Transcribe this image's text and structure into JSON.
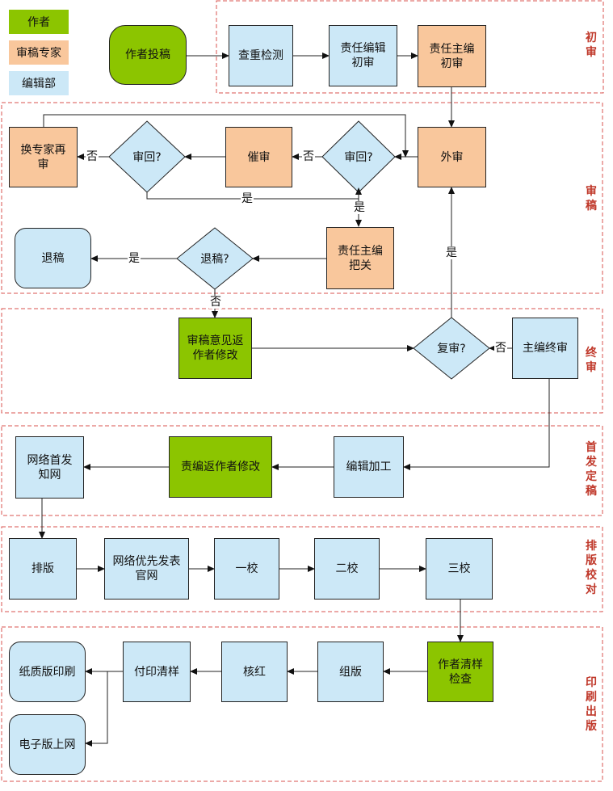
{
  "legend": {
    "author": "作者",
    "expert": "审稿专家",
    "editorial": "编辑部",
    "colors": {
      "author": "#8cc500",
      "expert": "#f9c79c",
      "editorial": "#cce8f7"
    }
  },
  "stages": {
    "initial": "初审",
    "review": "审稿",
    "final": "终审",
    "first_publish": "首发定稿",
    "typeset": "排版校对",
    "print": "印刷出版"
  },
  "nodes": {
    "submit": "作者投稿",
    "plagiarism": "查重检测",
    "editor_initial": "责任编辑\n初审",
    "chief_initial": "责任主编\n初审",
    "external": "外审",
    "urge": "催审",
    "expert_again": "换专家再\n审",
    "chief_check": "责任主编\n把关",
    "reject": "退稿",
    "return_author": "审稿意见返\n作者修改",
    "chief_final": "主编终审",
    "edit_process": "编辑加工",
    "editor_return": "责编返作者修改",
    "online_first": "网络首发\n知网",
    "typesetting": "排版",
    "online_priority": "网络优先发表\n官网",
    "proof1": "一校",
    "proof2": "二校",
    "proof3": "三校",
    "author_check": "作者清样\n检查",
    "layout": "组版",
    "verify": "核红",
    "print_proof": "付印清样",
    "paper_print": "纸质版印刷",
    "e_online": "电子版上网"
  },
  "decisions": {
    "review_back_1": "审回?",
    "review_back_2": "审回?",
    "reject_q": "退稿?",
    "re_review": "复审?"
  },
  "edge_labels": {
    "no": "否",
    "yes": "是"
  }
}
